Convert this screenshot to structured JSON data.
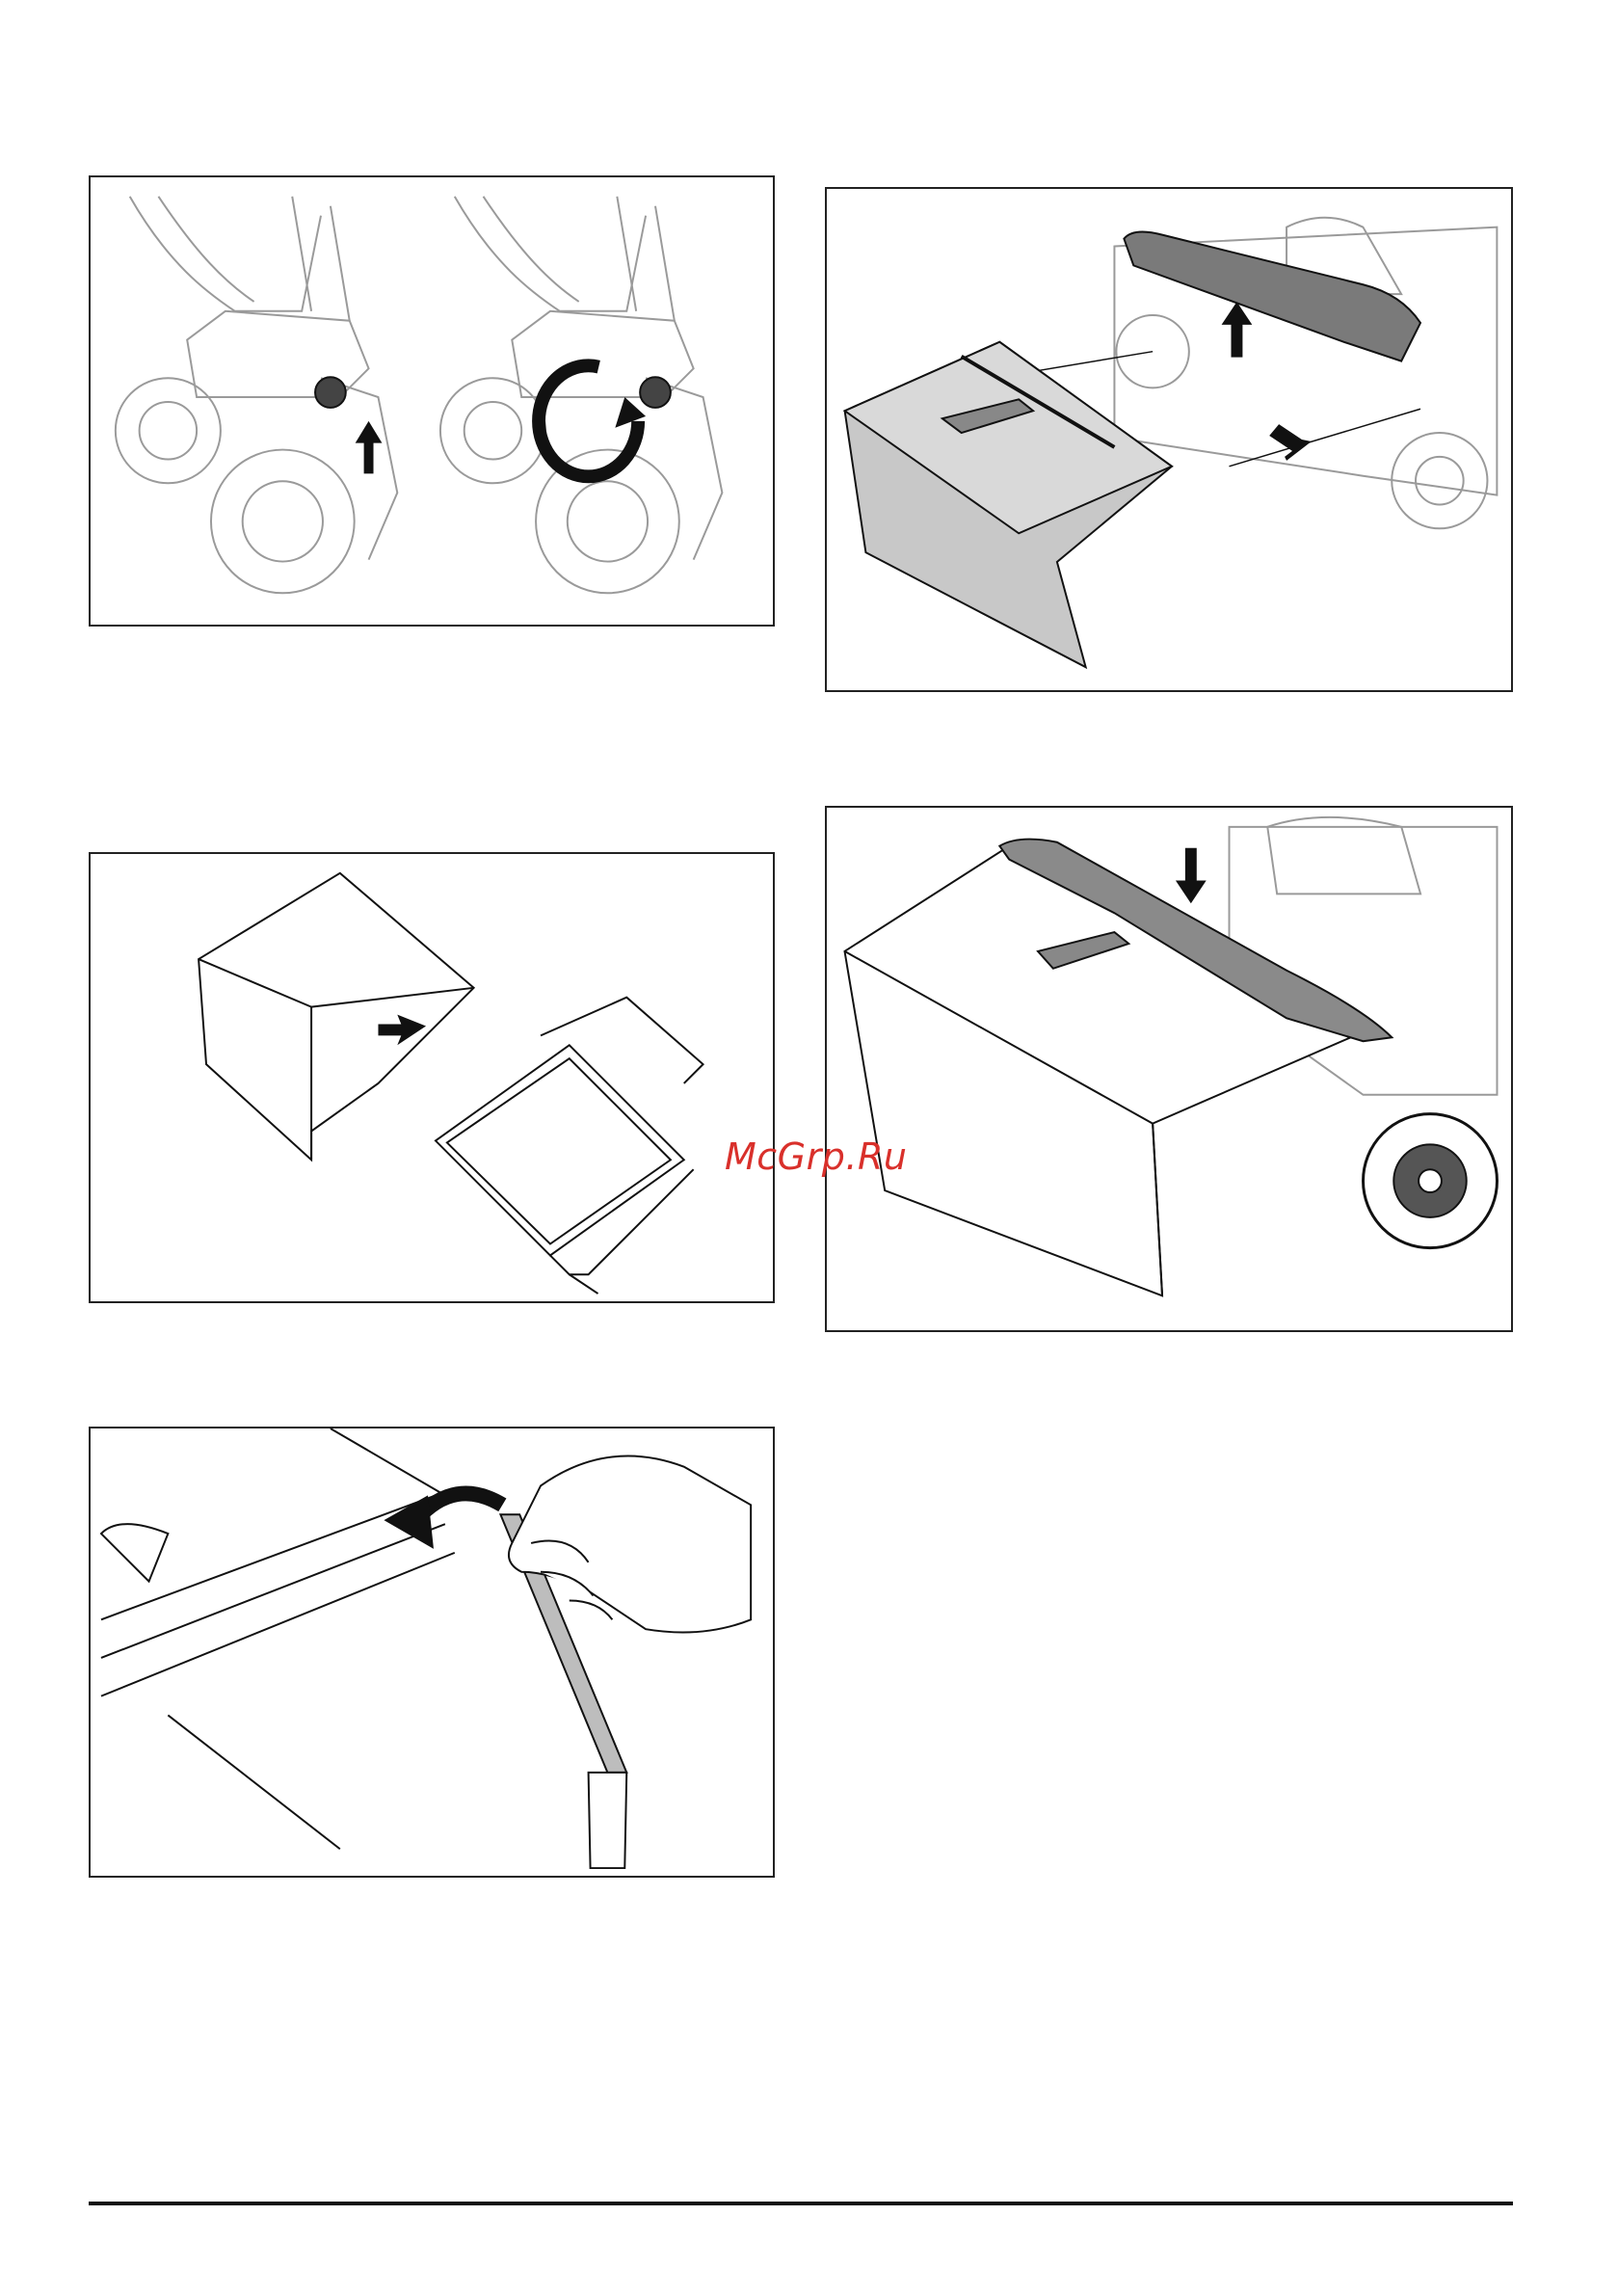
{
  "watermark": {
    "text": "McGrp.Ru"
  },
  "figures": [
    {
      "id": "fig-adjust-handle-knob",
      "icons": [
        "knob-icon",
        "arrow-up-icon",
        "rotate-arrow-icon"
      ]
    },
    {
      "id": "fig-attach-grass-bag",
      "icons": [
        "arrow-up-icon",
        "arrow-right-icon"
      ]
    },
    {
      "id": "fig-assemble-bag-frame",
      "icons": [
        "arrow-right-icon"
      ]
    },
    {
      "id": "fig-bag-installed",
      "icons": [
        "arrow-down-icon"
      ]
    },
    {
      "id": "fig-clip-bag-edge",
      "icons": [
        "curved-arrow-icon",
        "hand-icon"
      ]
    }
  ]
}
